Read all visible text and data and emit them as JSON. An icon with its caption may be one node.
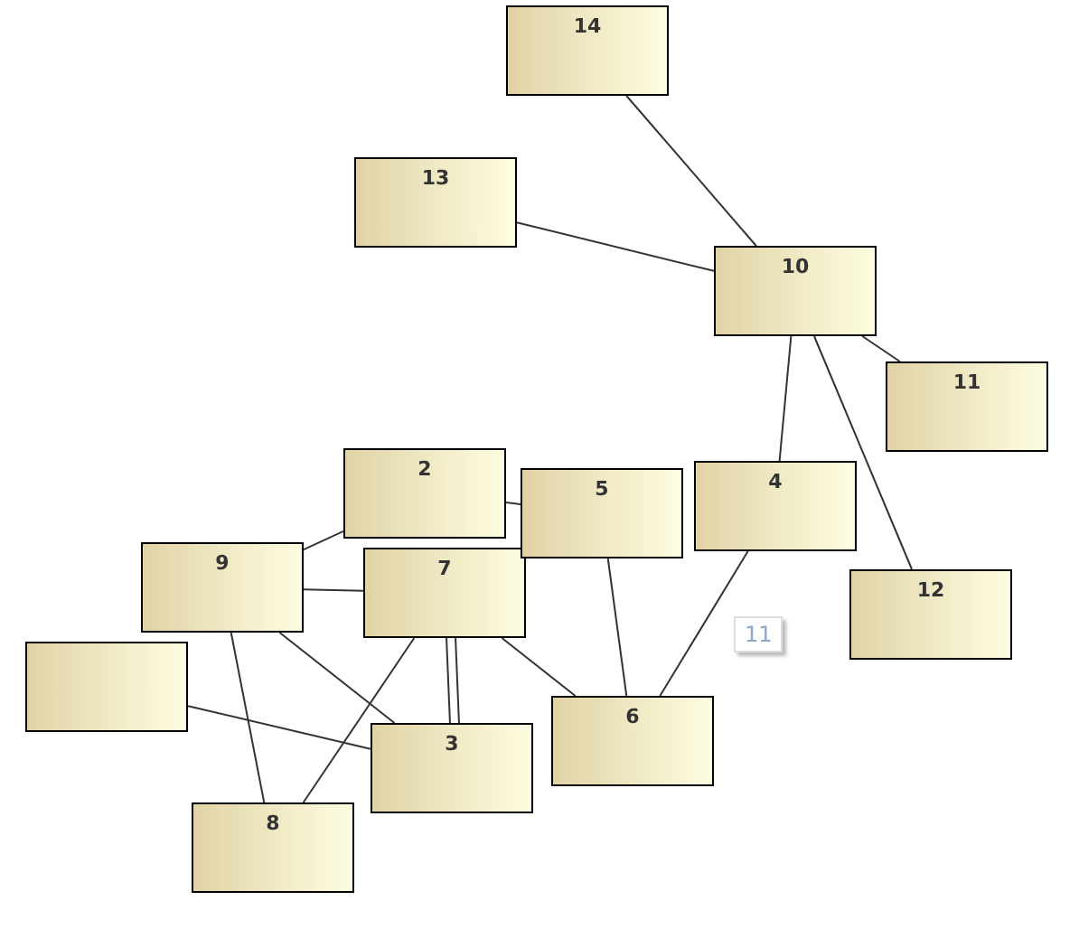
{
  "diagram": {
    "nodes": [
      {
        "text": [
          "14"
        ]
      },
      {
        "text": [
          "13"
        ]
      },
      {
        "text": [
          "10"
        ]
      },
      {
        "text": [
          "11"
        ]
      },
      {
        "text": [
          "2"
        ]
      },
      {
        "text": [
          "5"
        ]
      },
      {
        "text": [
          "4"
        ]
      },
      {
        "text": [
          "12"
        ]
      },
      {
        "text": [
          "9"
        ]
      },
      {
        "text": [],
        "shape": "box"
      },
      {
        "text": [
          "7"
        ]
      },
      {
        "text": [
          "6"
        ]
      },
      {
        "text": [
          "3"
        ]
      },
      {
        "text": [
          "8"
        ]
      }
    ],
    "edges": [
      {
        "from": 0,
        "to": 2,
        "arrow": "none"
      },
      {
        "from": 1,
        "to": 2,
        "arrow": "none"
      },
      {
        "from": 2,
        "to": 3,
        "arrow": "none"
      },
      {
        "from": 2,
        "to": 6,
        "arrow": "none"
      },
      {
        "from": 2,
        "to": 7,
        "arrow": "none"
      },
      {
        "from": 5,
        "to": 4,
        "arrow": "none"
      },
      {
        "from": 5,
        "to": 11,
        "arrow": "none"
      },
      {
        "from": 6,
        "to": 11,
        "arrow": "none"
      },
      {
        "from": 10,
        "to": 11,
        "arrow": "none"
      },
      {
        "from": 10,
        "to": 12,
        "arrow": "none"
      },
      {
        "from": 10,
        "to": 12,
        "arrow": "none"
      },
      {
        "from": 8,
        "to": 4,
        "arrow": "none"
      },
      {
        "from": 8,
        "to": 10,
        "arrow": "none"
      },
      {
        "from": 8,
        "to": 13,
        "arrow": "none"
      },
      {
        "from": 8,
        "to": 12,
        "arrow": "none"
      },
      {
        "from": 9,
        "to": 12,
        "arrow": "none"
      },
      {
        "from": 13,
        "to": 10,
        "arrow": "none"
      }
    ],
    "labels": [
      "11"
    ]
  }
}
